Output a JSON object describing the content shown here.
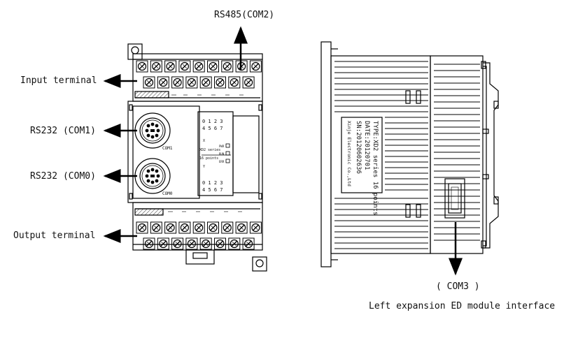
{
  "callouts": {
    "rs485": "RS485(COM2)",
    "input_terminal": "Input terminal",
    "rs232_com1": "RS232 (COM1)",
    "rs232_com0": "RS232 (COM0)",
    "output_terminal": "Output terminal",
    "com3": "( COM3 )",
    "left_expansion": "Left expansion ED module interface"
  },
  "front_panel": {
    "port_label_com1": "COM1",
    "port_label_com0": "COM0",
    "x_digits_row1": "0 1 2 3",
    "x_digits_row2": "4 5 6 7",
    "y_digits_row1": "0 1 2 3",
    "y_digits_row2": "4 5 6 7",
    "x_marker": "X",
    "y_marker": "Y",
    "series_line1": "XD2 series",
    "series_line2": "16 points",
    "led_pwr": "PWR",
    "led_run": "RUN",
    "led_err": "ERR"
  },
  "side_label": {
    "type": "TYPE:XD2 series 16 points",
    "date": "DATE:20120701",
    "sn": "SN:20120602636",
    "maker": "Xinje Electronic Co.,Ltd"
  }
}
